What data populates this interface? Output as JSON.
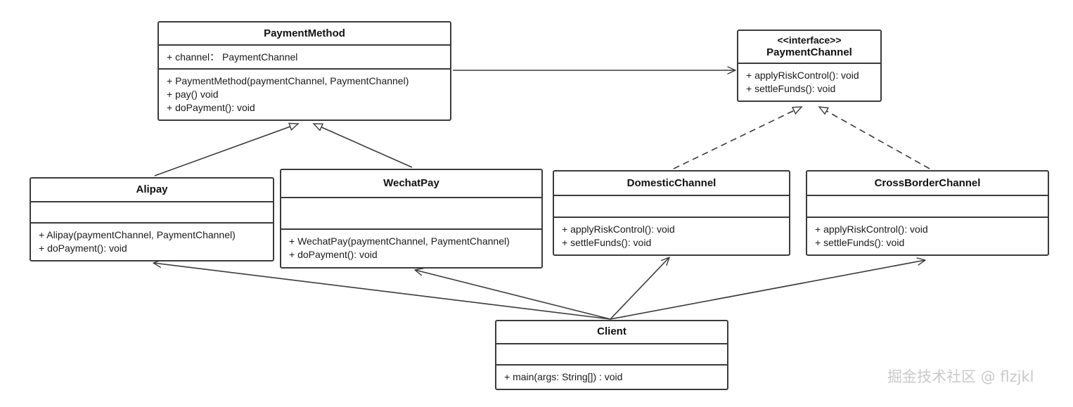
{
  "diagram": {
    "title": "Payment Bridge Pattern UML Class Diagram",
    "line_color": "#3b3b3b",
    "background": "#ffffff",
    "classes": [
      {
        "id": "paymentmethod",
        "name": "PaymentMethod",
        "stereotype": "",
        "attributes": [
          "+ channel： PaymentChannel"
        ],
        "methods": [
          "+ PaymentMethod(paymentChannel, PaymentChannel)",
          "+ pay() void",
          "+ doPayment(): void"
        ]
      },
      {
        "id": "paymentchannel",
        "name": "PaymentChannel",
        "stereotype": "<<interface>>",
        "attributes": [],
        "methods": [
          "+ applyRiskControl(): void",
          "+ settleFunds(): void"
        ]
      },
      {
        "id": "alipay",
        "name": "Alipay",
        "stereotype": "",
        "attributes": [],
        "methods": [
          "+ Alipay(paymentChannel, PaymentChannel)",
          "+ doPayment(): void"
        ]
      },
      {
        "id": "wechatpay",
        "name": "WechatPay",
        "stereotype": "",
        "attributes": [],
        "methods": [
          "+ WechatPay(paymentChannel, PaymentChannel)",
          "+ doPayment(): void"
        ]
      },
      {
        "id": "domesticchannel",
        "name": "DomesticChannel",
        "stereotype": "",
        "attributes": [],
        "methods": [
          "+ applyRiskControl(): void",
          "+ settleFunds(): void"
        ]
      },
      {
        "id": "crossborderchannel",
        "name": "CrossBorderChannel",
        "stereotype": "",
        "attributes": [],
        "methods": [
          "+ applyRiskControl(): void",
          "+ settleFunds(): void"
        ]
      },
      {
        "id": "client",
        "name": "Client",
        "stereotype": "",
        "attributes": [],
        "methods": [
          "+ main(args: String[]) : void"
        ]
      }
    ],
    "relationships": [
      {
        "from": "paymentmethod",
        "to": "paymentchannel",
        "type": "association",
        "style": "solid",
        "arrowhead": "open"
      },
      {
        "from": "alipay",
        "to": "paymentmethod",
        "type": "generalization",
        "style": "solid",
        "arrowhead": "hollow-triangle"
      },
      {
        "from": "wechatpay",
        "to": "paymentmethod",
        "type": "generalization",
        "style": "solid",
        "arrowhead": "hollow-triangle"
      },
      {
        "from": "domesticchannel",
        "to": "paymentchannel",
        "type": "realization",
        "style": "dashed",
        "arrowhead": "hollow-triangle"
      },
      {
        "from": "crossborderchannel",
        "to": "paymentchannel",
        "type": "realization",
        "style": "dashed",
        "arrowhead": "hollow-triangle"
      },
      {
        "from": "client",
        "to": "alipay",
        "type": "association",
        "style": "solid",
        "arrowhead": "open"
      },
      {
        "from": "client",
        "to": "wechatpay",
        "type": "association",
        "style": "solid",
        "arrowhead": "open"
      },
      {
        "from": "client",
        "to": "domesticchannel",
        "type": "association",
        "style": "solid",
        "arrowhead": "open"
      },
      {
        "from": "client",
        "to": "crossborderchannel",
        "type": "association",
        "style": "solid",
        "arrowhead": "open"
      }
    ]
  },
  "watermark": {
    "text": "掘金技术社区 @ flzjkl",
    "color": "#c9c9c9"
  }
}
